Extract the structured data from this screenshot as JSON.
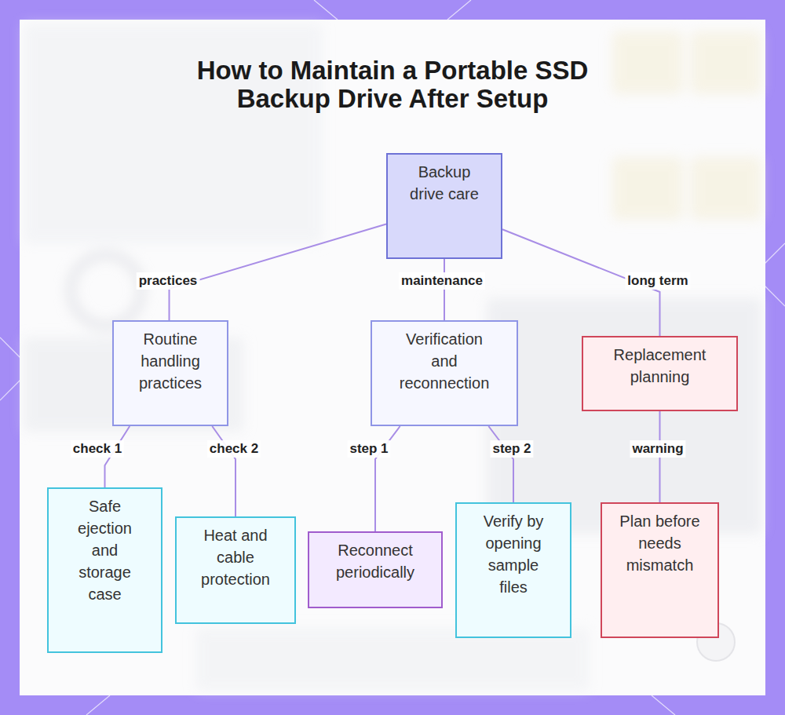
{
  "diagram": {
    "title": "How to Maintain a Portable SSD Backup Drive After Setup",
    "nodes": [
      {
        "text": [
          "Backup drive care"
        ]
      },
      {
        "text": [
          "Routine handling practices"
        ]
      },
      {
        "text": [
          "Verification and reconnection"
        ]
      },
      {
        "text": [
          "Replacement planning"
        ]
      },
      {
        "text": [
          "Safe ejection and storage case"
        ]
      },
      {
        "text": [
          "Heat and cable protection"
        ]
      },
      {
        "text": [
          "Reconnect periodically"
        ]
      },
      {
        "text": [
          "Verify by opening sample files"
        ]
      },
      {
        "text": [
          "Plan before needs mismatch"
        ]
      }
    ],
    "edges": [
      {
        "from": 0,
        "to": 1,
        "label": "practices",
        "arrow": "none"
      },
      {
        "from": 0,
        "to": 2,
        "label": "maintenance",
        "arrow": "none"
      },
      {
        "from": 0,
        "to": 3,
        "label": "long term",
        "arrow": "none"
      },
      {
        "from": 1,
        "to": 4,
        "label": "check 1",
        "arrow": "none"
      },
      {
        "from": 1,
        "to": 5,
        "label": "check 2",
        "arrow": "none"
      },
      {
        "from": 2,
        "to": 6,
        "label": "step 1",
        "arrow": "none"
      },
      {
        "from": 2,
        "to": 7,
        "label": "step 2",
        "arrow": "none"
      },
      {
        "from": 3,
        "to": 8,
        "label": "warning",
        "arrow": "none"
      }
    ]
  }
}
